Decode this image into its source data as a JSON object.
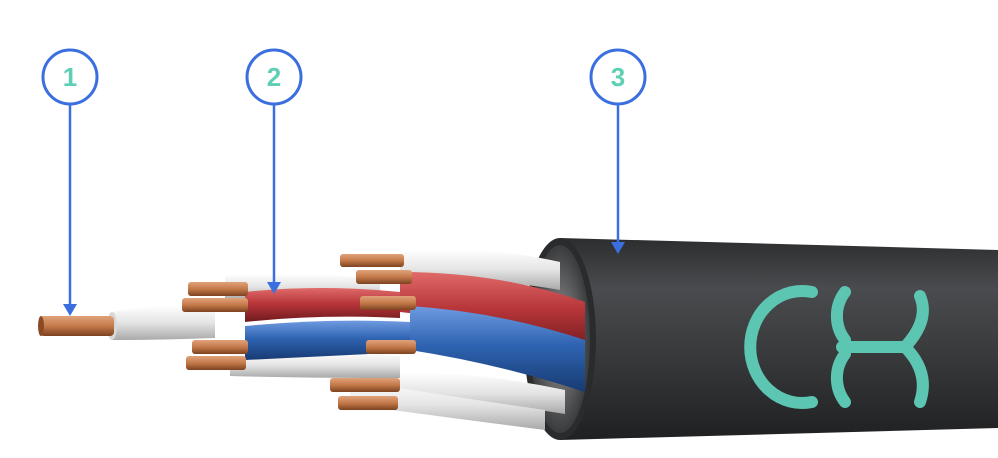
{
  "colors": {
    "callout_ring": "#3b6fe0",
    "callout_number": "#5fcfb4",
    "copper": "#c47a4a",
    "copper_dark": "#8a4a24",
    "red_insulation": "#b8363a",
    "blue_insulation": "#2f64b2",
    "white_insulation": "#e6e6e6",
    "outer_sheath": "#3f4042",
    "logo": "#5cc6b3"
  },
  "callouts": [
    {
      "number": "1",
      "target": "copper-conductor"
    },
    {
      "number": "2",
      "target": "core-insulation"
    },
    {
      "number": "3",
      "target": "outer-sheath"
    }
  ],
  "logo": {
    "icon": "brand-mark-logo"
  }
}
